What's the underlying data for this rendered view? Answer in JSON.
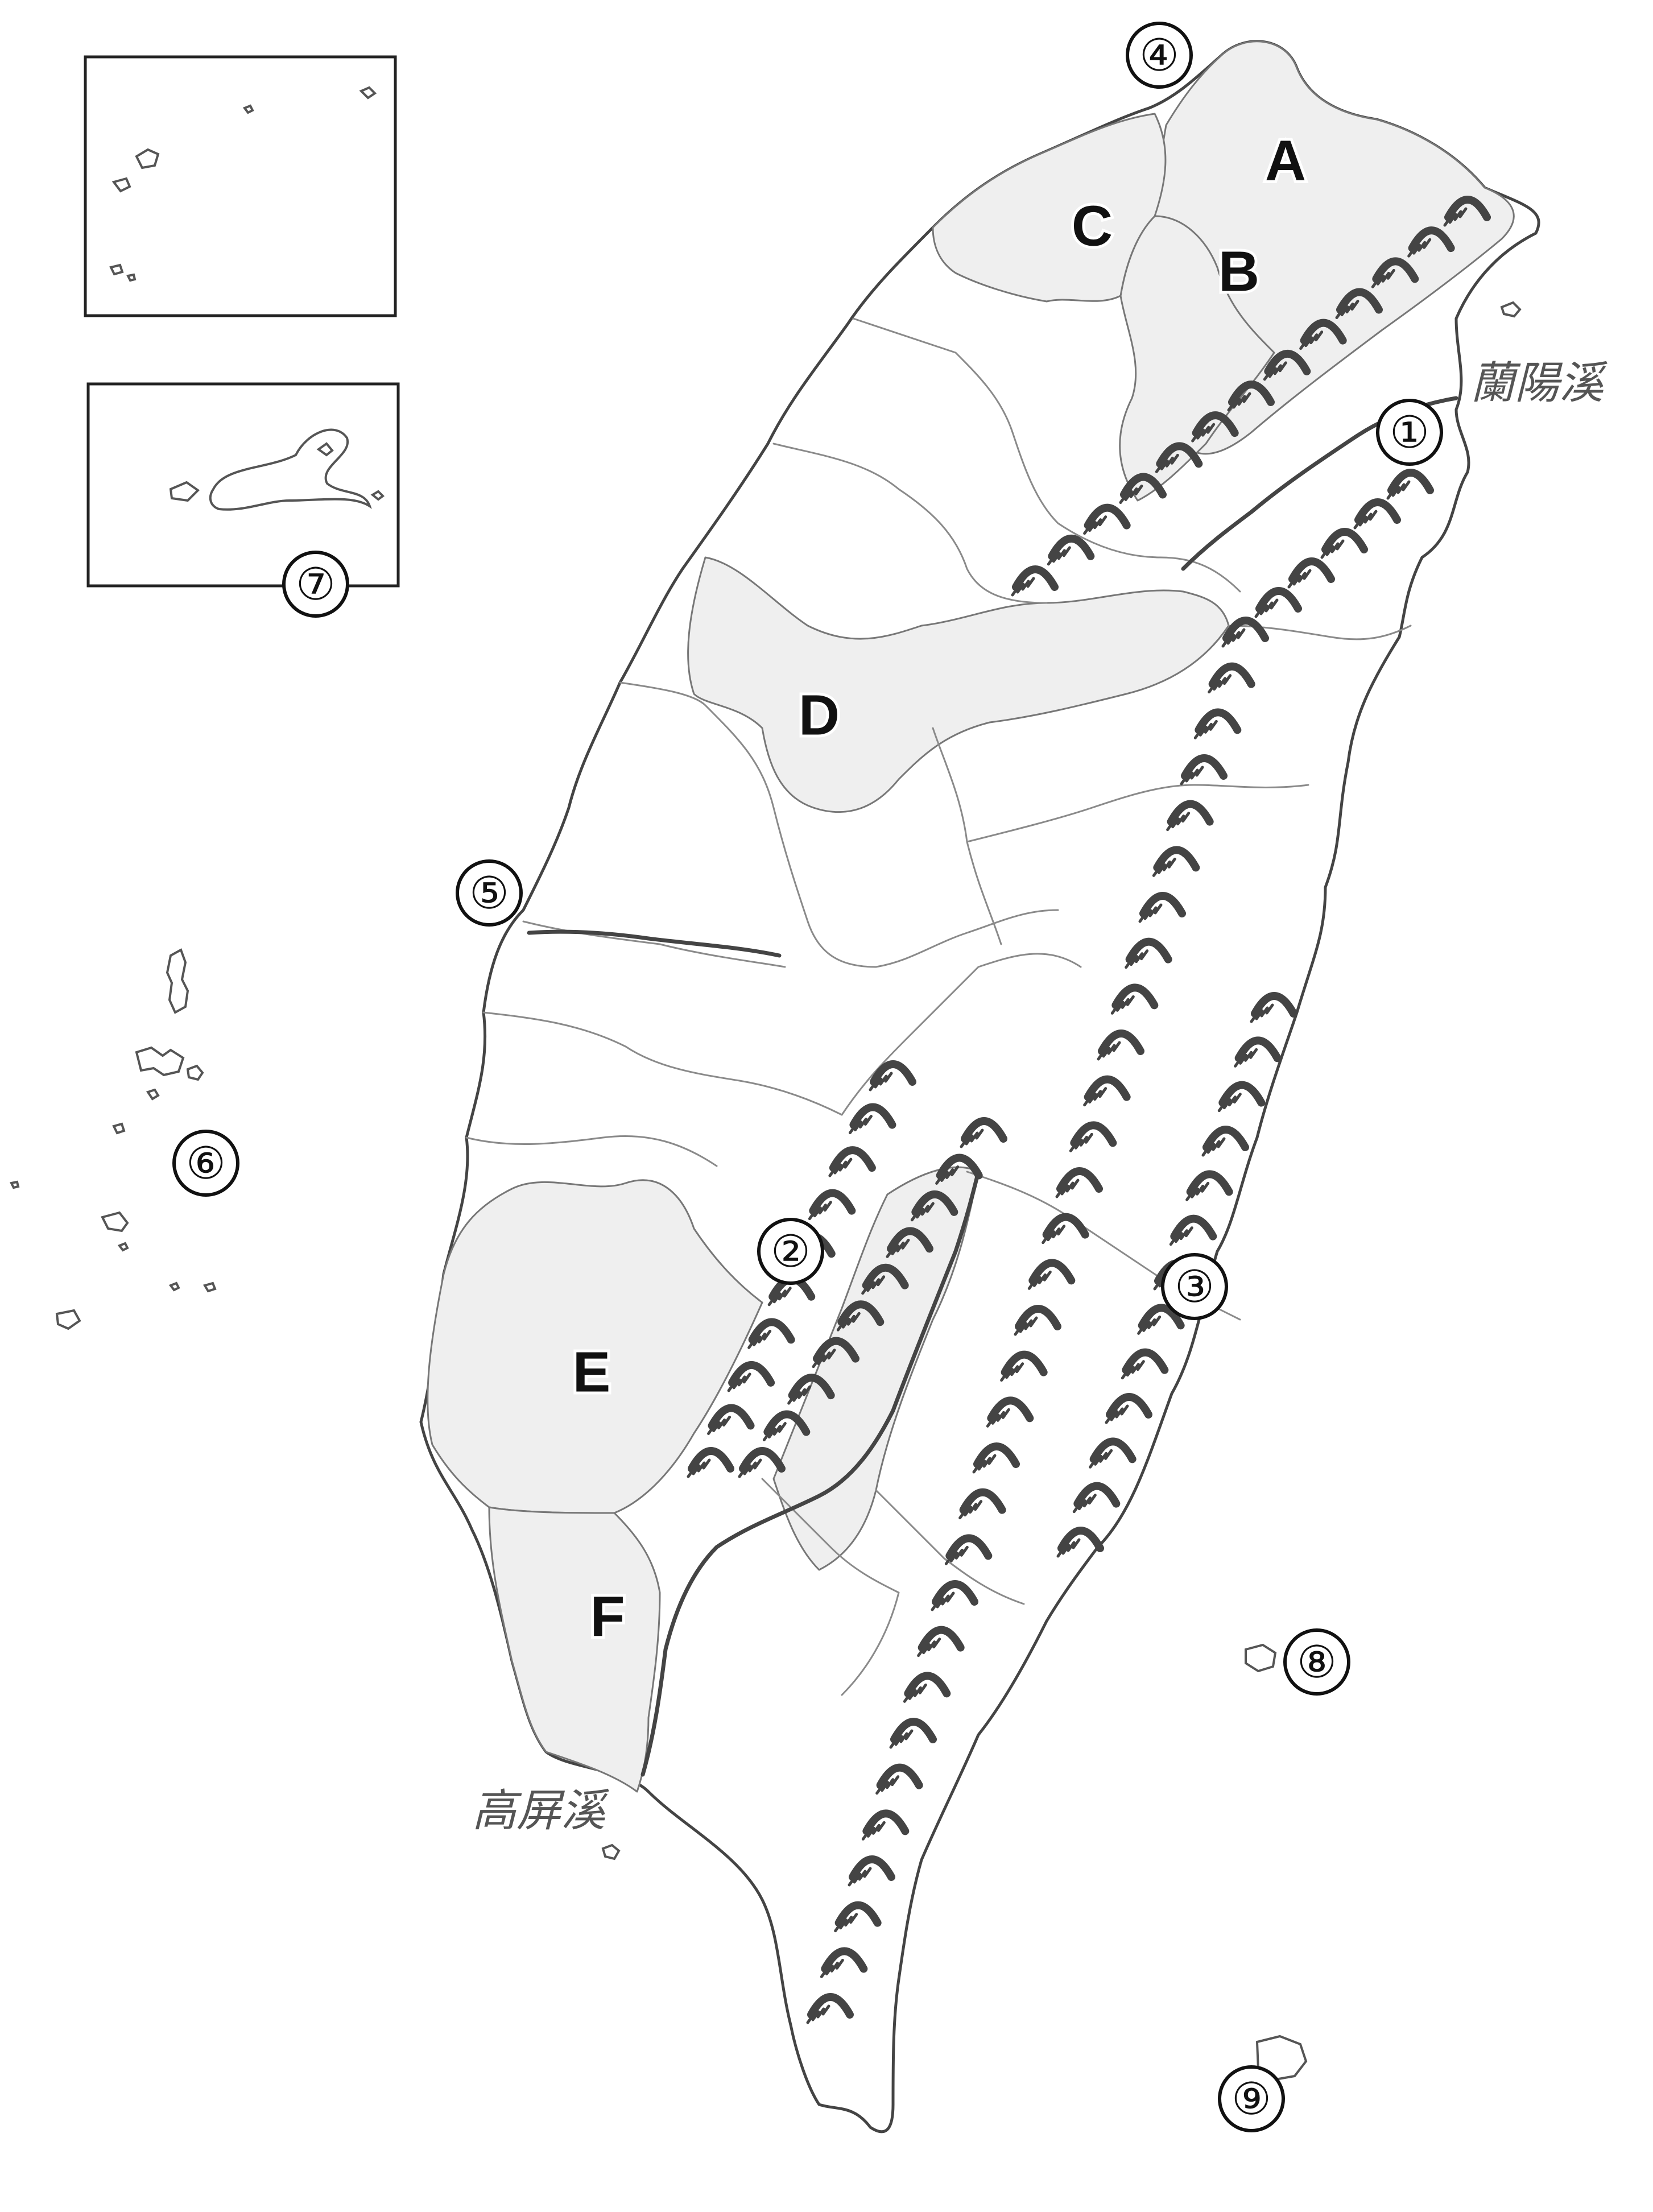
{
  "regions": [
    {
      "label": "A"
    },
    {
      "label": "B"
    },
    {
      "label": "C"
    },
    {
      "label": "D"
    },
    {
      "label": "E"
    },
    {
      "label": "F"
    }
  ],
  "markers": [
    {
      "label": "①"
    },
    {
      "label": "②"
    },
    {
      "label": "③"
    },
    {
      "label": "④"
    },
    {
      "label": "⑤"
    },
    {
      "label": "⑥"
    },
    {
      "label": "⑦"
    },
    {
      "label": "⑧"
    },
    {
      "label": "⑨"
    }
  ],
  "rivers": [
    {
      "label": "蘭陽溪"
    },
    {
      "label": "高屏溪"
    }
  ],
  "mountain_ranges": [
    {
      "marker": "①"
    },
    {
      "marker": "②"
    },
    {
      "marker": "③"
    }
  ],
  "colors": {
    "shaded_region": "#efefef",
    "land": "#ffffff",
    "outline": "#444444",
    "mountain_symbol": "#444444"
  }
}
